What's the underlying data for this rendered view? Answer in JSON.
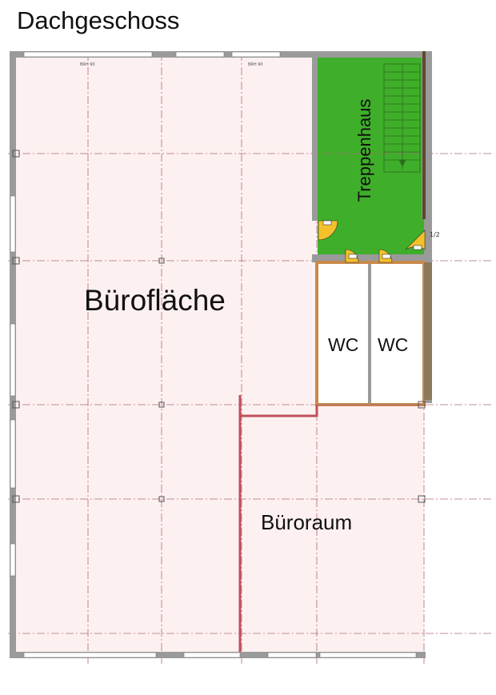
{
  "floor": {
    "title": "Dachgeschoss"
  },
  "rooms": {
    "office_area": "Bürofläche",
    "office_room": "Büroraum",
    "staircase": "Treppenhaus",
    "wc_left": "WC",
    "wc_right": "WC"
  },
  "annotations": {
    "window_height_top_left": "BRH 90",
    "window_height_top_right": "BRH 90",
    "stair_marker": "1/2"
  },
  "colors": {
    "office_fill": "#fdf0f0",
    "staircase_fill": "#3fae2a",
    "wall_grey": "#9a9a9a",
    "partition_brown": "#c8894a",
    "partition_red": "#c0505a",
    "door_yellow": "#f5c12a",
    "grid_line": "#b06a7a"
  }
}
